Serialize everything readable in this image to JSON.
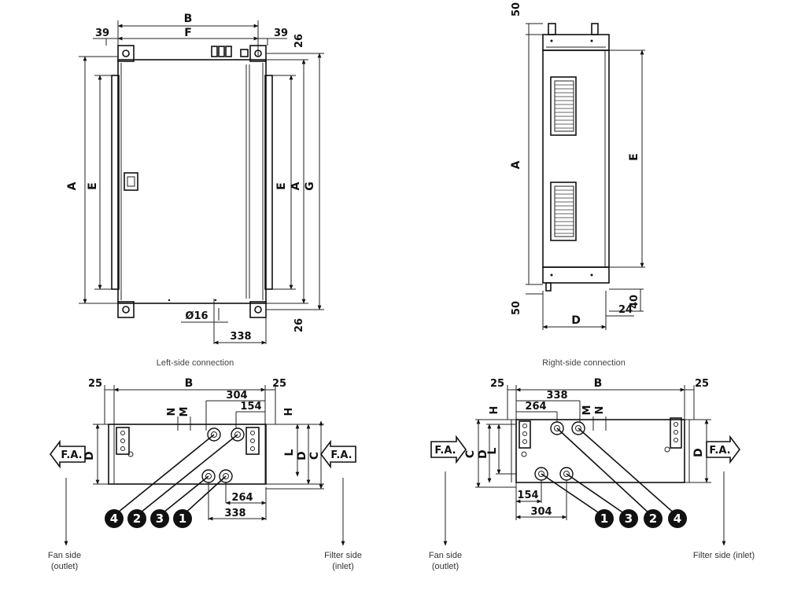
{
  "captions": {
    "left": "Left-side connection",
    "right": "Right-side connection"
  },
  "front_view": {
    "dim_B": "B",
    "dim_F": "F",
    "dim_39_left": "39",
    "dim_39_right": "39",
    "dim_26_top": "26",
    "dim_26_bottom": "26",
    "dim_A_left": "A",
    "dim_E_left": "E",
    "dim_E_right": "E",
    "dim_A_right": "A",
    "dim_G": "G",
    "dim_phi16": "Ø16",
    "dim_338": "338"
  },
  "side_view": {
    "dim_50_top": "50",
    "dim_50_bottom": "50",
    "dim_A": "A",
    "dim_E": "E",
    "dim_D": "D",
    "dim_24": "24",
    "dim_40": "40"
  },
  "left_plan": {
    "dim_25_left": "25",
    "dim_B": "B",
    "dim_25_right": "25",
    "dim_304": "304",
    "dim_154": "154",
    "dim_N": "N",
    "dim_M": "M",
    "dim_H": "H",
    "dim_D_left": "D",
    "dim_L": "L",
    "dim_D_right": "D",
    "dim_C": "C",
    "dim_264": "264",
    "dim_338": "338",
    "fa_left": "F.A.",
    "fa_right": "F.A.",
    "badges": [
      "4",
      "2",
      "3",
      "1"
    ],
    "fan_side": [
      "Fan side",
      "(outlet)"
    ],
    "filter_side": [
      "Filter side",
      "(inlet)"
    ]
  },
  "right_plan": {
    "dim_25_left": "25",
    "dim_B": "B",
    "dim_25_right": "25",
    "dim_338": "338",
    "dim_264": "264",
    "dim_H": "H",
    "dim_M": "M",
    "dim_N": "N",
    "dim_C": "C",
    "dim_D_left": "D",
    "dim_L": "L",
    "dim_D_right": "D",
    "dim_154": "154",
    "dim_304": "304",
    "fa_left": "F.A.",
    "fa_right": "F.A.",
    "badges": [
      "1",
      "3",
      "2",
      "4"
    ],
    "fan_side": [
      "Fan side",
      "(outlet)"
    ],
    "filter_side": "Filter side (inlet)"
  }
}
